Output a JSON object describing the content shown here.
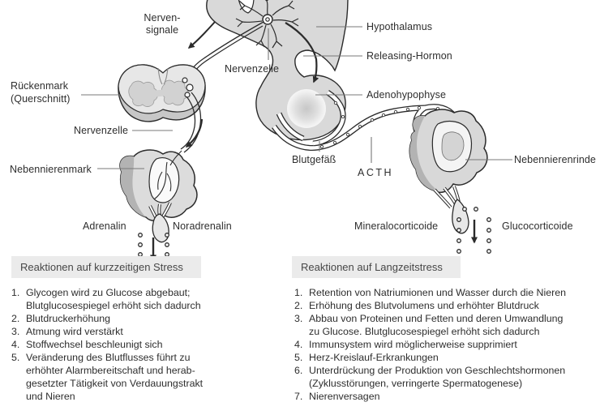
{
  "diagram": {
    "labels": {
      "nervensignale": "Nerven-\nsignale",
      "hypothalamus": "Hypothalamus",
      "releasing_hormon": "Releasing-Hormon",
      "rueckenmark": "Rückenmark\n(Querschnitt)",
      "nervenzelle_oben": "Nervenzelle",
      "nervenzelle_unten": "Nervenzelle",
      "adenohypophyse": "Adenohypophyse",
      "nebennierenmark": "Nebennierenmark",
      "blutgefaess": "Blutgefäß",
      "acth": "ACTH",
      "nebennierenrinde": "Nebennierenrinde",
      "adrenalin": "Adrenalin",
      "noradrenalin": "Noradrenalin",
      "mineralocorticoide": "Mineralocorticoide",
      "glucocorticoide": "Glucocorticoide"
    },
    "colors": {
      "background": "#ffffff",
      "tissue_gray": "#d9d9d9",
      "tissue_dark_gray": "#b3b3b3",
      "outline": "#2b2b2b",
      "pointer_line": "#787878",
      "header_bg": "#ebebeb",
      "text": "#2e2e2e"
    }
  },
  "short_term": {
    "title": "Reaktionen auf kurzzeitigen Stress",
    "items": [
      {
        "num": "1.",
        "text": "Glycogen wird zu Glucose abgebaut;\nBlutglucosespiegel erhöht sich dadurch"
      },
      {
        "num": "2.",
        "text": "Blutdruckerhöhung"
      },
      {
        "num": "3.",
        "text": "Atmung wird verstärkt"
      },
      {
        "num": "4.",
        "text": "Stoffwechsel beschleunigt sich"
      },
      {
        "num": "5.",
        "text": "Veränderung des Blutflusses führt zu\nerhöhter Alarmbereitschaft und herab-\ngesetzter Tätigkeit von Verdauungstrakt\nund Nieren"
      }
    ]
  },
  "long_term": {
    "title": "Reaktionen auf Langzeitstress",
    "items": [
      {
        "num": "1.",
        "text": "Retention von Natriumionen und Wasser durch die Nieren"
      },
      {
        "num": "2.",
        "text": "Erhöhung des Blutvolumens und erhöhter Blutdruck"
      },
      {
        "num": "3.",
        "text": "Abbau von Proteinen und Fetten und deren Umwandlung\nzu Glucose. Blutglucosespiegel erhöht sich dadurch"
      },
      {
        "num": "4.",
        "text": "Immunsystem wird möglicherweise supprimiert"
      },
      {
        "num": "5.",
        "text": "Herz-Kreislauf-Erkrankungen"
      },
      {
        "num": "6.",
        "text": "Unterdrückung der Produktion von Geschlechtshormonen\n(Zyklusstörungen, verringerte Spermatogenese)"
      },
      {
        "num": "7.",
        "text": "Nierenversagen"
      }
    ]
  }
}
